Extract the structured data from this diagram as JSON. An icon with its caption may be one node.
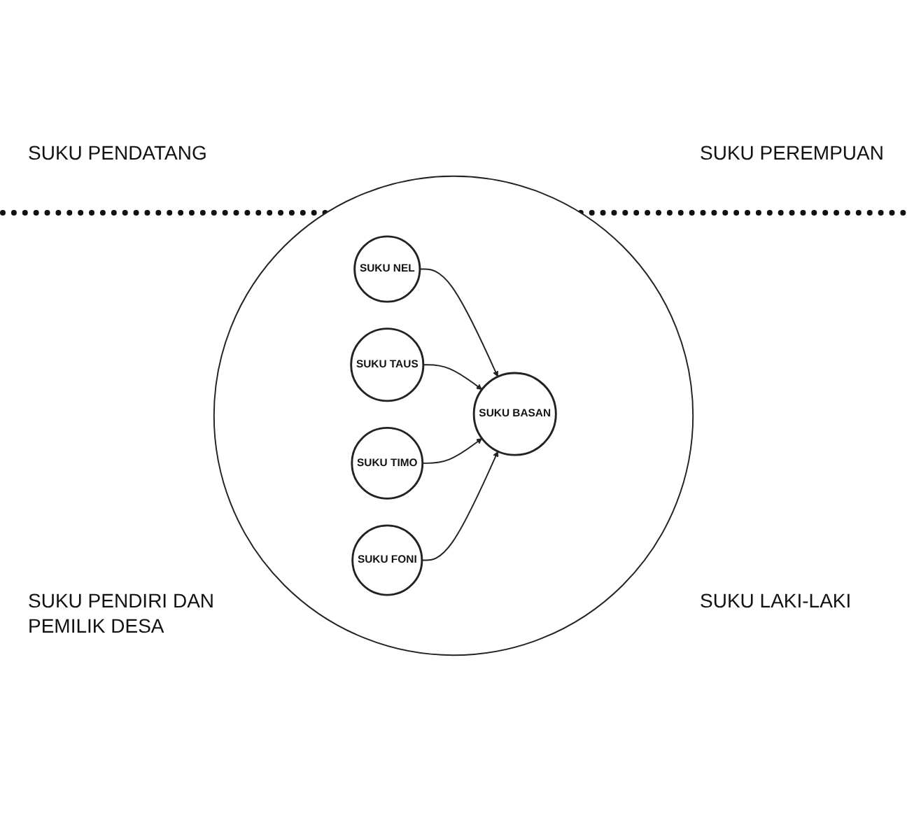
{
  "diagram": {
    "nodes": [
      {
        "text": [],
        "shape": "circle"
      },
      {
        "text": [
          "SUKU NEL"
        ],
        "in": 0
      },
      {
        "text": [
          "SUKU TAUS"
        ],
        "in": 0
      },
      {
        "text": [
          "SUKU BASAN"
        ],
        "in": 0
      },
      {
        "text": [
          "SUKU TIMO"
        ],
        "in": 0
      },
      {
        "text": [
          "SUKU FONI"
        ],
        "in": 0
      }
    ],
    "edges": [
      {
        "from": 1,
        "to": 3,
        "arrow": "to"
      },
      {
        "from": 2,
        "to": 3,
        "arrow": "to"
      },
      {
        "from": 4,
        "to": 3,
        "arrow": "to"
      },
      {
        "from": 5,
        "to": 3,
        "arrow": "to"
      }
    ],
    "labels": [
      "SUKU PENDATANG",
      "SUKU PEREMPUAN",
      "SUKU PENDIRI DAN PEMILIK DESA",
      "SUKU LAKI-LAKI"
    ]
  }
}
